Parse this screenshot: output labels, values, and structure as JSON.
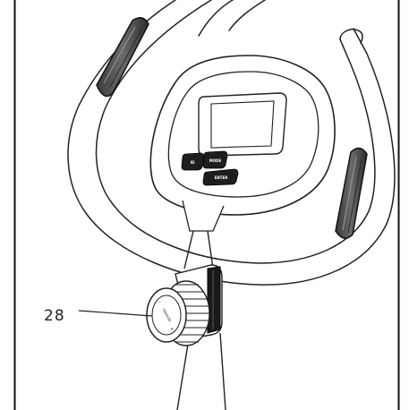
{
  "callout": {
    "number": "28"
  },
  "console": {
    "buttons": [
      {
        "label": "ID"
      },
      {
        "label": "MODE"
      },
      {
        "label": "ENTER"
      }
    ]
  },
  "knob": {
    "marking": "TENSION"
  }
}
